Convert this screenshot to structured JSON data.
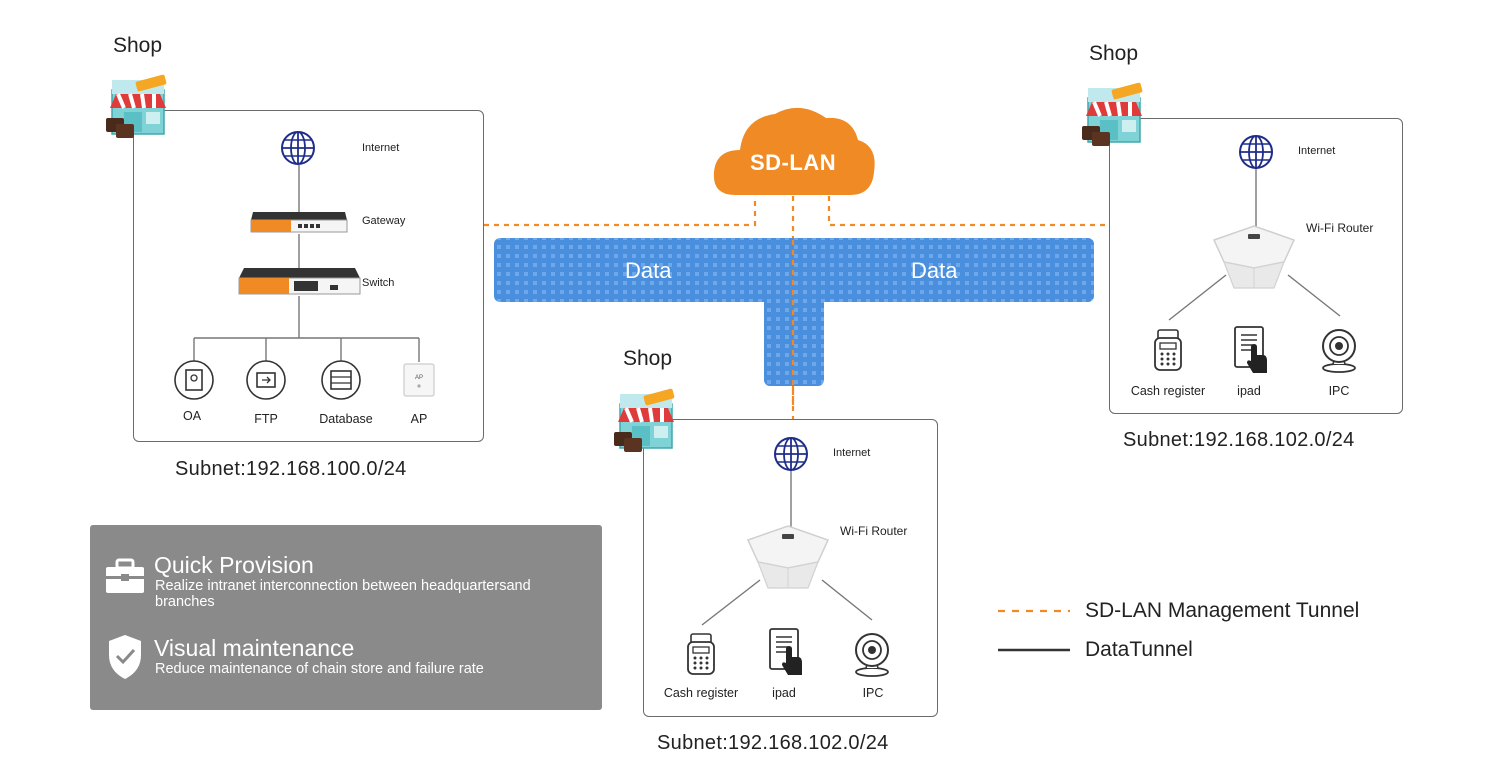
{
  "shops": {
    "hq": {
      "shop_label": "Shop",
      "internet": "Internet",
      "gateway": "Gateway",
      "switch": "Switch",
      "devices": [
        "OA",
        "FTP",
        "Database",
        "AP"
      ],
      "subnet": "Subnet:192.168.100.0/24"
    },
    "branch_right": {
      "shop_label": "Shop",
      "internet": "Internet",
      "router": "Wi-Fi Router",
      "devices": [
        "Cash register",
        "ipad",
        "IPC"
      ],
      "subnet": "Subnet:192.168.102.0/24"
    },
    "branch_bottom": {
      "shop_label": "Shop",
      "internet": "Internet",
      "router": "Wi-Fi Router",
      "devices": [
        "Cash register",
        "ipad",
        "IPC"
      ],
      "subnet": "Subnet:192.168.102.0/24"
    }
  },
  "cloud": {
    "label": "SD-LAN"
  },
  "data_pipe": {
    "left_label": "Data",
    "right_label": "Data"
  },
  "features": [
    {
      "icon": "toolbox-icon",
      "title": "Quick Provision",
      "description": "Realize intranet interconnection between headquartersand branches"
    },
    {
      "icon": "shield-check-icon",
      "title": "Visual maintenance",
      "description": "Reduce maintenance of chain store and failure rate"
    }
  ],
  "legend": {
    "management": "SD-LAN Management Tunnel",
    "data": "DataTunnel"
  },
  "colors": {
    "orange": "#f08a24",
    "blue": "#4a8fdd",
    "navy": "#1f2d8a",
    "info_bg": "#8a8a8a",
    "panel_border": "#6b6b6b"
  }
}
